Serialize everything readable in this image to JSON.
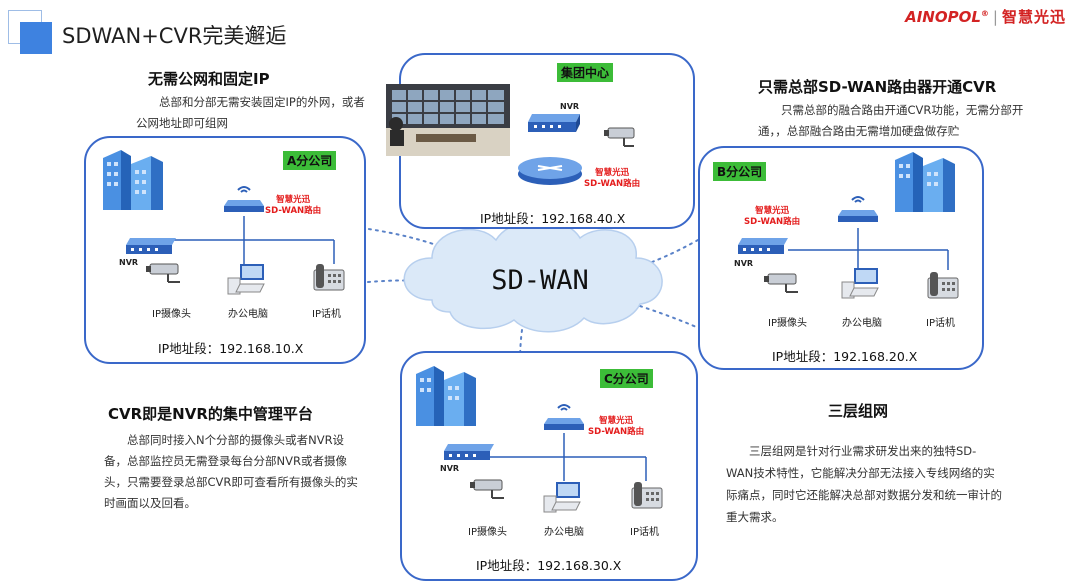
{
  "header": {
    "title": "SDWAN+CVR完美邂逅",
    "brand_name": "AINOPOL",
    "brand_reg": "®",
    "brand_separator": "|",
    "brand_tagline": "智慧光迅"
  },
  "colors": {
    "accent_blue": "#3e82e0",
    "branch_border": "#3a68c9",
    "tag_green": "#3cbc38",
    "router_label_red": "#e41d1d",
    "cloud_blue": "#dbe9f8"
  },
  "cloud": {
    "label": "SD-WAN"
  },
  "left_top": {
    "heading": "无需公网和固定IP",
    "body": "总部和分部无需安装固定IP的外网，或者公网地址即可组网"
  },
  "left_bottom": {
    "heading": "CVR即是NVR的集中管理平台",
    "body": "总部同时接入N个分部的摄像头或者NVR设备，总部监控员无需登录每台分部NVR或者摄像头，只需要登录总部CVR即可查看所有摄像头的实时画面以及回看。"
  },
  "right_top": {
    "heading": "只需总部SD-WAN路由器开通CVR",
    "body": "只需总部的融合路由开通CVR功能，无需分部开通，，总部融合路由无需增加硬盘做存贮"
  },
  "right_bottom": {
    "heading": "三层组网",
    "body": "三层组网是针对行业需求研发出来的独特SD-WAN技术特性，它能解决分部无法接入专线网络的实际痛点，同时它还能解决总部对数据分发和统一审计的重大需求。"
  },
  "hq": {
    "tag": "集团中心",
    "nvr_label": "NVR",
    "router_label_1": "智慧光迅",
    "router_label_2": "SD-WAN路由",
    "ip": "IP地址段：192.168.40.X"
  },
  "branch_a": {
    "tag": "A分公司",
    "router_label_1": "智慧光迅",
    "router_label_2": "SD-WAN路由",
    "nvr_label": "NVR",
    "camera_label": "IP摄像头",
    "pc_label": "办公电脑",
    "phone_label": "IP话机",
    "ip": "IP地址段：192.168.10.X"
  },
  "branch_b": {
    "tag": "B分公司",
    "router_label_1": "智慧光迅",
    "router_label_2": "SD-WAN路由",
    "nvr_label": "NVR",
    "camera_label": "IP摄像头",
    "pc_label": "办公电脑",
    "phone_label": "IP话机",
    "ip": "IP地址段：192.168.20.X"
  },
  "branch_c": {
    "tag": "C分公司",
    "router_label_1": "智慧光迅",
    "router_label_2": "SD-WAN路由",
    "nvr_label": "NVR",
    "camera_label": "IP摄像头",
    "pc_label": "办公电脑",
    "phone_label": "IP话机",
    "ip": "IP地址段：192.168.30.X"
  }
}
